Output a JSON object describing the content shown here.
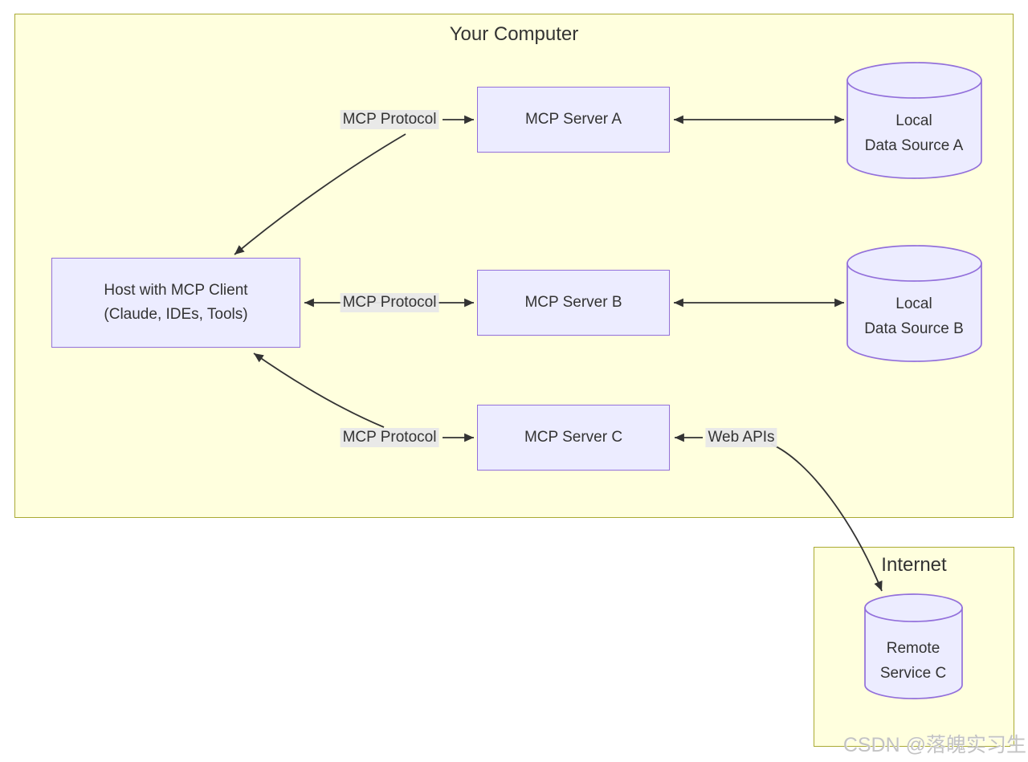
{
  "clusters": {
    "your_computer": {
      "title": "Your Computer"
    },
    "internet": {
      "title": "Internet"
    }
  },
  "nodes": {
    "host": {
      "line1": "Host with MCP Client",
      "line2": "(Claude, IDEs, Tools)"
    },
    "server_a": {
      "label": "MCP Server A"
    },
    "server_b": {
      "label": "MCP Server B"
    },
    "server_c": {
      "label": "MCP Server C"
    },
    "data_a": {
      "line1": "Local",
      "line2": "Data Source A"
    },
    "data_b": {
      "line1": "Local",
      "line2": "Data Source B"
    },
    "remote_c": {
      "line1": "Remote",
      "line2": "Service C"
    }
  },
  "edge_labels": {
    "mcp_protocol_a": "MCP Protocol",
    "mcp_protocol_b": "MCP Protocol",
    "mcp_protocol_c": "MCP Protocol",
    "web_apis": "Web APIs"
  },
  "watermark": "CSDN @落魄实习生",
  "colors": {
    "canvas_bg": "#ffffff",
    "cluster_fill": "#ffffde",
    "cluster_border": "#aaaa33",
    "node_fill": "#ececff",
    "node_border": "#9370db",
    "edge": "#333333",
    "edge_label_bg": "#e8e8e8",
    "text": "#333333",
    "watermark_text": "#c3c3c3"
  }
}
